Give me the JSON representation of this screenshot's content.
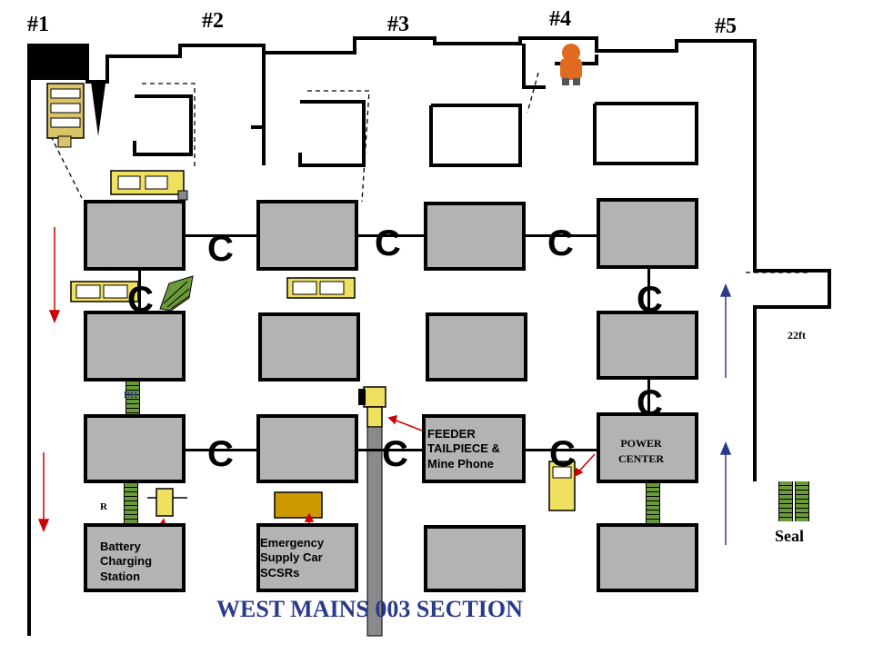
{
  "entries": [
    "#1",
    "#2",
    "#3",
    "#4",
    "#5"
  ],
  "crosscut_marker": "C",
  "labels": {
    "feeder": "FEEDER\nTAILPIECE &\nMine Phone",
    "power_center": "POWER\nCENTER",
    "battery": "Battery\nCharging\nStation",
    "emergency": "Emergency\nSupply Car\nSCSRs",
    "width": "22ft",
    "seal": "Seal",
    "r_marker": "R",
    "dh_marker": "DH",
    "section_title": "WEST MAINS 003 SECTION"
  },
  "colors": {
    "pillar_fill": "#b3b3b3",
    "airflow_intake": "#cc0000",
    "airflow_return": "#2a3a8c",
    "stopping": "#6a9a3a",
    "equipment": "#e8e000",
    "supply_car": "#cc9900",
    "title": "#2a3a8c"
  }
}
